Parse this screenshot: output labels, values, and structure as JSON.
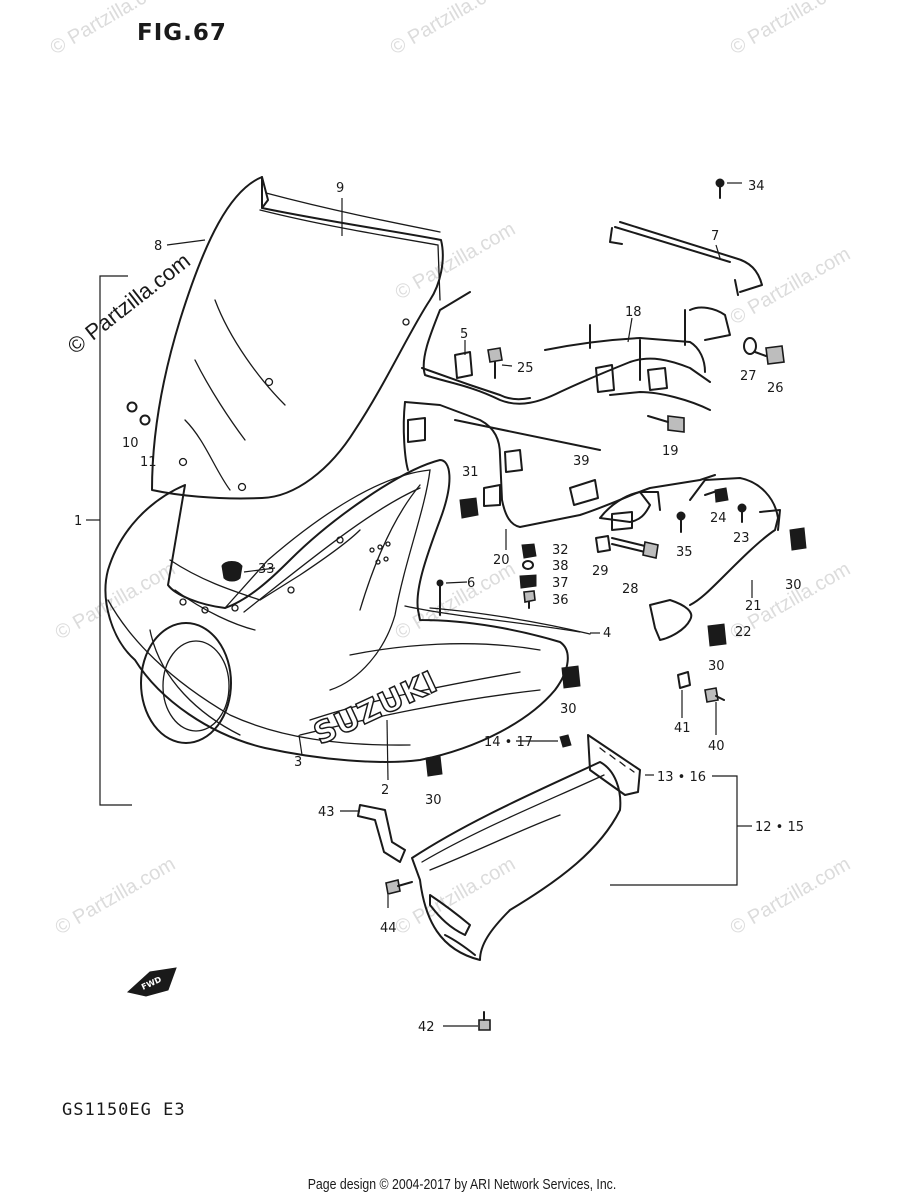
{
  "figure_title": "FIG.67",
  "model_code": "GS1150EG E3",
  "footer_text": "Page design © 2004-2017 by ARI Network Services, Inc.",
  "watermark_text": "© Partzilla.com",
  "brand_lettering": "SUZUKI",
  "fwd_arrow_text": "FWD",
  "part_labels": {
    "p1": "1",
    "p2": "2",
    "p3": "3",
    "p4": "4",
    "p5": "5",
    "p6": "6",
    "p7": "7",
    "p8": "8",
    "p9": "9",
    "p10": "10",
    "p11": "11",
    "p12_15": "12 • 15",
    "p13_16": "13 • 16",
    "p14_17": "14 • 17",
    "p18": "18",
    "p19": "19",
    "p20": "20",
    "p21": "21",
    "p22": "22",
    "p23": "23",
    "p24": "24",
    "p25": "25",
    "p26": "26",
    "p27": "27",
    "p28": "28",
    "p29": "29",
    "p30a": "30",
    "p30b": "30",
    "p30c": "30",
    "p30d": "30",
    "p31": "31",
    "p32": "32",
    "p33": "33",
    "p34": "34",
    "p35": "35",
    "p36": "36",
    "p37": "37",
    "p38": "38",
    "p39": "39",
    "p40": "40",
    "p41": "41",
    "p42": "42",
    "p43": "43",
    "p44": "44"
  }
}
